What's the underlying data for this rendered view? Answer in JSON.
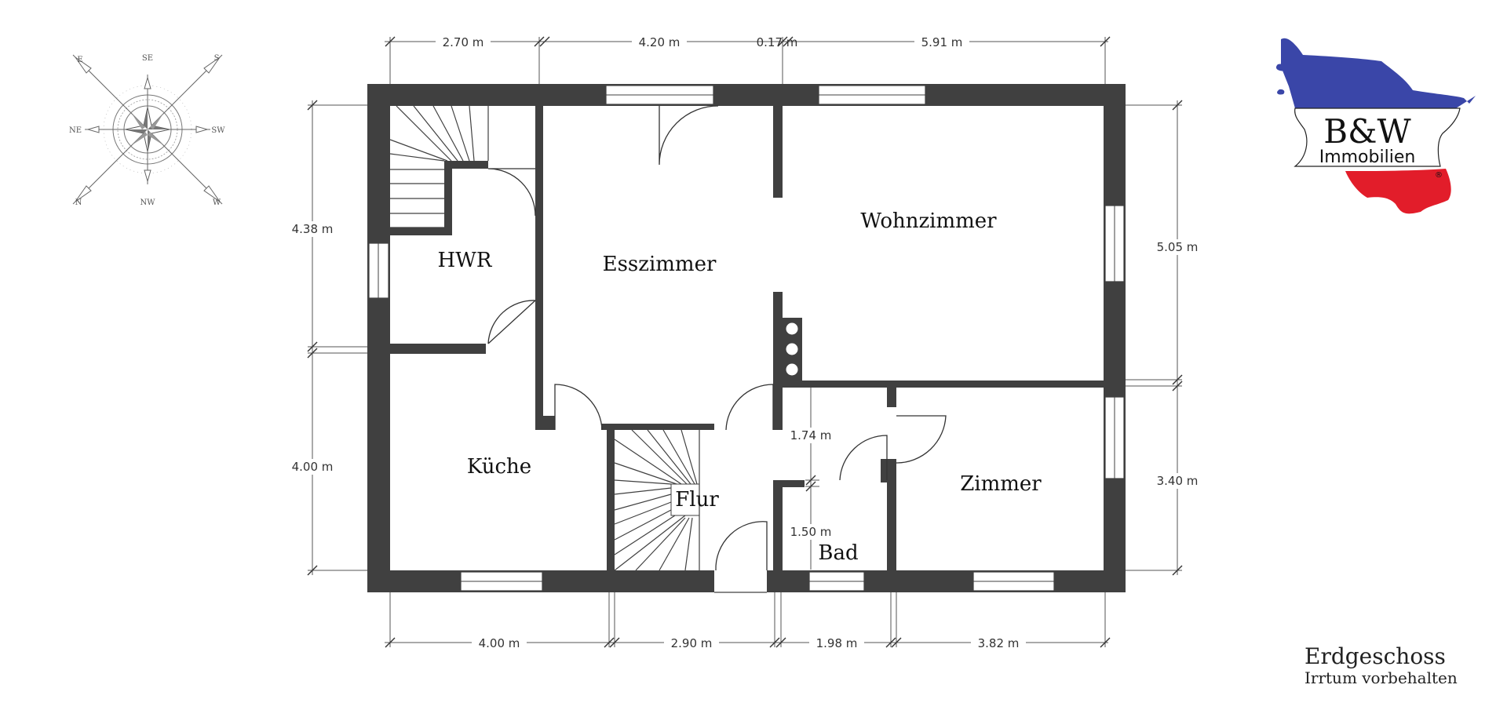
{
  "floor_plan": {
    "floor_name": "Erdgeschoss",
    "disclaimer": "Irrtum vorbehalten",
    "rooms": {
      "hwr": "HWR",
      "esszimmer": "Esszimmer",
      "wohnzimmer": "Wohnzimmer",
      "kueche": "Küche",
      "flur": "Flur",
      "bad": "Bad",
      "zimmer": "Zimmer"
    },
    "dimensions": {
      "top": [
        "2.70 m",
        "4.20 m",
        "0.17 m",
        "5.91 m"
      ],
      "bottom": [
        "4.00 m",
        "2.90 m",
        "1.98 m",
        "3.82 m"
      ],
      "left": [
        "4.38 m",
        "4.00 m"
      ],
      "right": [
        "5.05 m",
        "3.40 m"
      ],
      "interior": [
        "1.74 m",
        "1.50 m"
      ]
    },
    "compass": {
      "labels": [
        "SE",
        "S",
        "SW",
        "W",
        "NW",
        "N",
        "NE",
        "E"
      ]
    }
  },
  "logo": {
    "line1": "B&W",
    "line2": "Immobilien",
    "registered": "®",
    "colors": {
      "blue": "#3a46a8",
      "red": "#e21d2a"
    }
  }
}
